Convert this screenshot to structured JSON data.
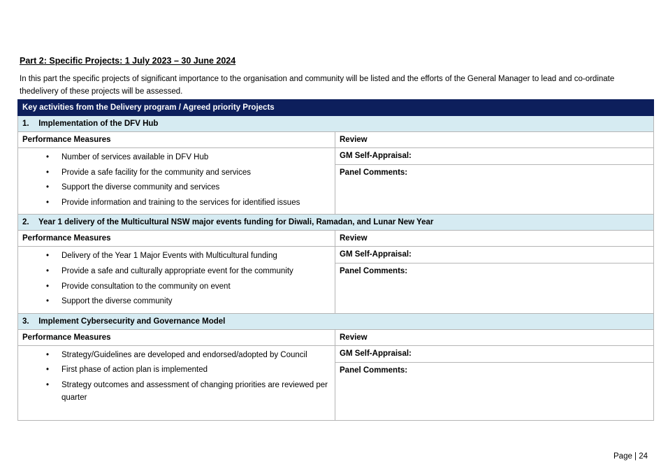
{
  "heading": "Part 2: Specific Projects: 1 July 2023 – 30 June 2024",
  "intro": "In this part the specific projects of significant importance to the organisation and community will be listed and the efforts of the General Manager to lead and co-ordinate thedelivery of these projects will be assessed.",
  "table": {
    "header": "Key activities from the Delivery program / Agreed priority Projects",
    "col_measures": "Performance Measures",
    "col_review": "Review",
    "gm_label": "GM Self-Appraisal:",
    "panel_label": "Panel Comments:",
    "bullet": "•",
    "projects": [
      {
        "num": "1.",
        "title": "Implementation of the DFV Hub",
        "measures": [
          "Number of services available in DFV Hub",
          "Provide a safe facility for the community and services",
          "Support the diverse community and services",
          "Provide information and training to the services for identified issues"
        ]
      },
      {
        "num": "2.",
        "title": "Year 1 delivery of the Multicultural NSW major events funding for Diwali, Ramadan, and Lunar New Year",
        "measures": [
          "Delivery of the Year 1 Major Events with Multicultural funding",
          "Provide a safe and culturally appropriate event for the community",
          "Provide consultation to the community on event",
          "Support the diverse community"
        ]
      },
      {
        "num": "3.",
        "title": "Implement Cybersecurity and Governance Model",
        "measures": [
          "Strategy/Guidelines are developed and endorsed/adopted by Council",
          "First phase of action plan is implemented",
          "Strategy outcomes and assessment of changing priorities are reviewed per quarter"
        ]
      }
    ]
  },
  "page_number": "Page | 24"
}
